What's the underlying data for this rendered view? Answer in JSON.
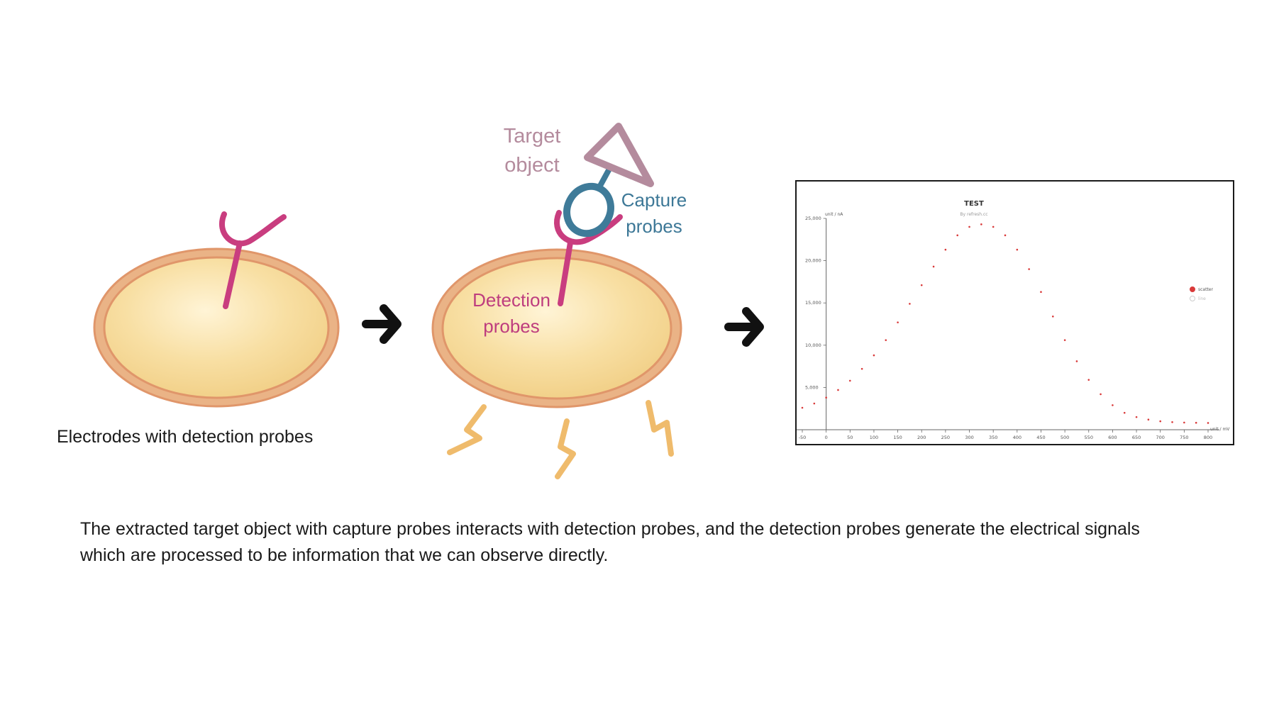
{
  "diagram": {
    "step1_caption": "Electrodes with detection probes",
    "target_label": "Target object",
    "capture_label": "Capture probes",
    "detection_label": "Detection probes",
    "description": "The extracted target object with capture probes interacts with detection probes,  and the detection probes generate the electrical signals which are processed to be information that we can observe directly.",
    "colors": {
      "electrode_fill": "#f6dc9c",
      "electrode_rim": "#e39c6d",
      "detection_probe": "#c93d7f",
      "capture_probe": "#3f7b99",
      "target": "#b48b9d",
      "signal": "#efbb6c",
      "arrow": "#111111"
    }
  },
  "chart_data": {
    "type": "scatter",
    "title": "TEST",
    "subtitle": "By refresh.cc",
    "xlabel": "unit / mV",
    "ylabel": "unit / nA",
    "xlim": [
      -50,
      800
    ],
    "ylim": [
      0,
      25000
    ],
    "x_ticks": [
      -50,
      0,
      50,
      100,
      150,
      200,
      250,
      300,
      350,
      400,
      450,
      500,
      550,
      600,
      650,
      700,
      750,
      800
    ],
    "y_ticks": [
      5000,
      10000,
      15000,
      20000,
      25000
    ],
    "y_tick_labels": [
      "5,000",
      "10,000",
      "15,000",
      "20,000",
      "25,000"
    ],
    "legend_position": "right",
    "series": [
      {
        "name": "scatter",
        "color": "#d93a3a",
        "x": [
          -50,
          -25,
          0,
          25,
          50,
          75,
          100,
          125,
          150,
          175,
          200,
          225,
          250,
          275,
          300,
          325,
          350,
          375,
          400,
          425,
          450,
          475,
          500,
          525,
          550,
          575,
          600,
          625,
          650,
          675,
          700,
          725,
          750,
          775,
          800
        ],
        "y": [
          2600,
          3100,
          3800,
          4700,
          5800,
          7200,
          8800,
          10600,
          12700,
          14900,
          17100,
          19300,
          21300,
          23000,
          24000,
          24300,
          24000,
          23000,
          21300,
          19000,
          16300,
          13400,
          10600,
          8100,
          5900,
          4200,
          2900,
          2000,
          1500,
          1200,
          1000,
          900,
          850,
          820,
          800
        ]
      },
      {
        "name": "line",
        "color": "#dddddd",
        "x": [],
        "y": []
      }
    ]
  }
}
